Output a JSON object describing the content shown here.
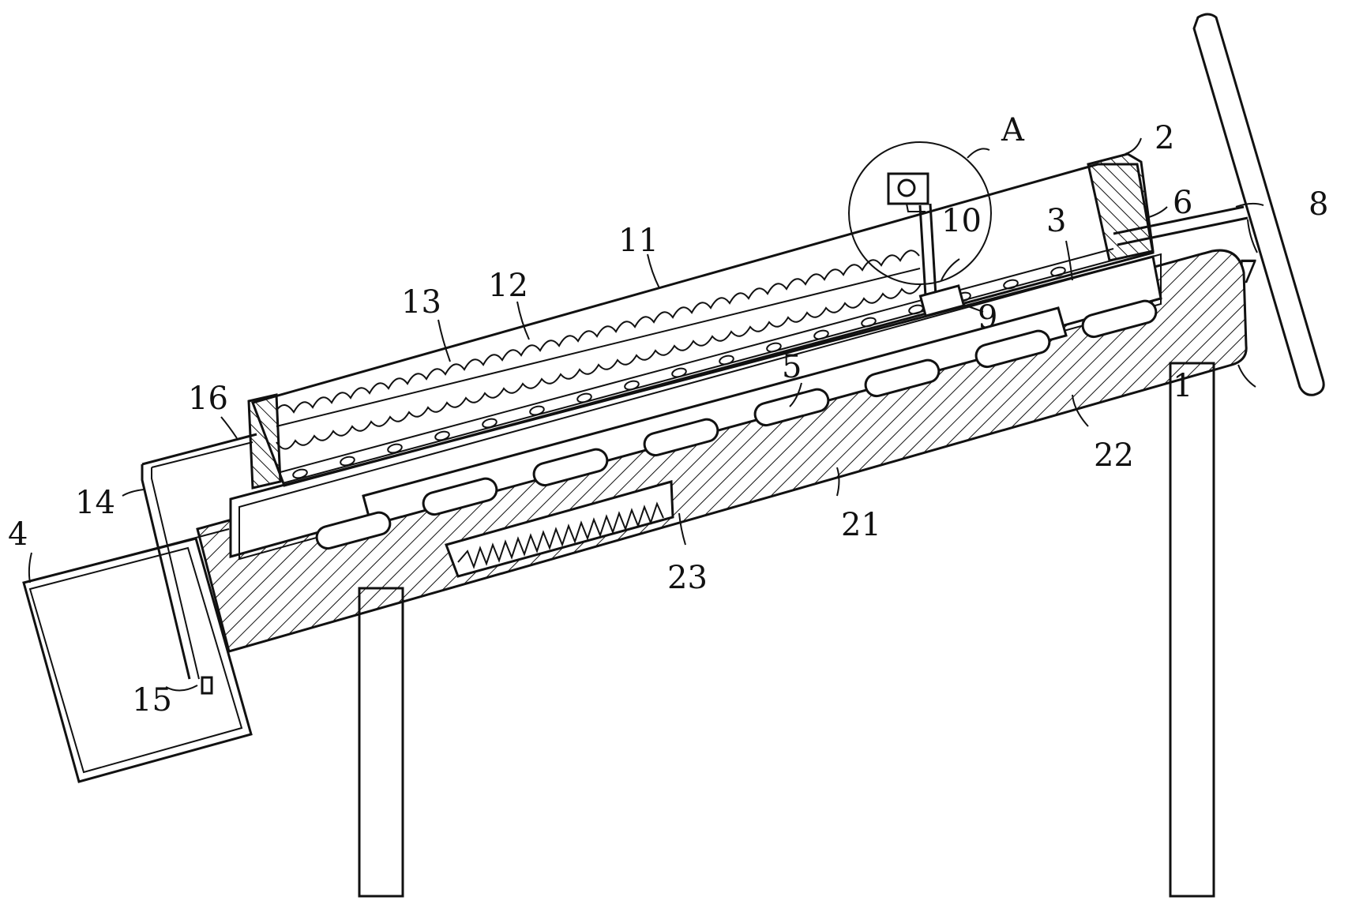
{
  "labels": {
    "l1": "1",
    "l2": "2",
    "l3": "3",
    "l4": "4",
    "l5": "5",
    "l6": "6",
    "l7": "7",
    "l8": "8",
    "l9": "9",
    "l10": "10",
    "l11": "11",
    "l12": "12",
    "l13": "13",
    "l14": "14",
    "l15": "15",
    "l16": "16",
    "l21": "21",
    "l22": "22",
    "l23": "23",
    "lA": "A"
  },
  "colors": {
    "line": "#111111",
    "background": "#ffffff"
  }
}
